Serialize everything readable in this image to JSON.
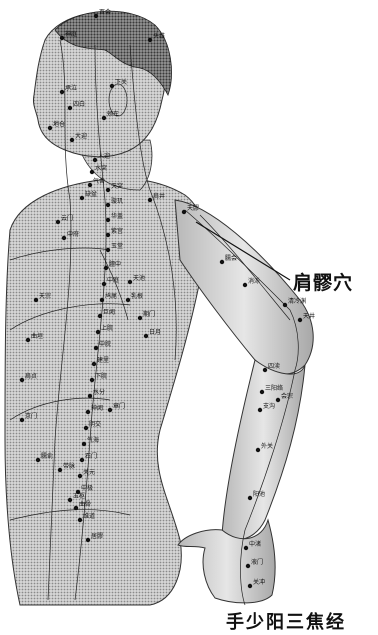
{
  "callout": {
    "label": "肩髎穴"
  },
  "caption": {
    "text": "手少阳三焦经"
  },
  "point_labels": [
    "神庭",
    "百会",
    "头维",
    "承泣",
    "四白",
    "地仓",
    "大迎",
    "颊车",
    "下关",
    "人迎",
    "水突",
    "气舍",
    "缺盆",
    "云门",
    "中府",
    "天突",
    "璇玑",
    "华盖",
    "紫宫",
    "玉堂",
    "膻中",
    "中庭",
    "鸠尾",
    "巨阙",
    "上脘",
    "中脘",
    "建里",
    "下脘",
    "水分",
    "神阙",
    "阴交",
    "气海",
    "石门",
    "关元",
    "中极",
    "曲骨",
    "天池",
    "乳根",
    "期门",
    "日月",
    "章门",
    "京门",
    "带脉",
    "五枢",
    "维道",
    "居髎",
    "肩井",
    "天髎",
    "臑会",
    "消泺",
    "清冷渊",
    "天井",
    "四渎",
    "三阳络",
    "支沟",
    "会宗",
    "外关",
    "阳池",
    "中渚",
    "液门",
    "关冲",
    "天宗",
    "曲垣",
    "肩贞",
    "臑俞"
  ],
  "colors": {
    "ink": "#111111",
    "skin_shade": "#8a8a8a",
    "hair": "#1a1a1a",
    "background": "#ffffff"
  }
}
